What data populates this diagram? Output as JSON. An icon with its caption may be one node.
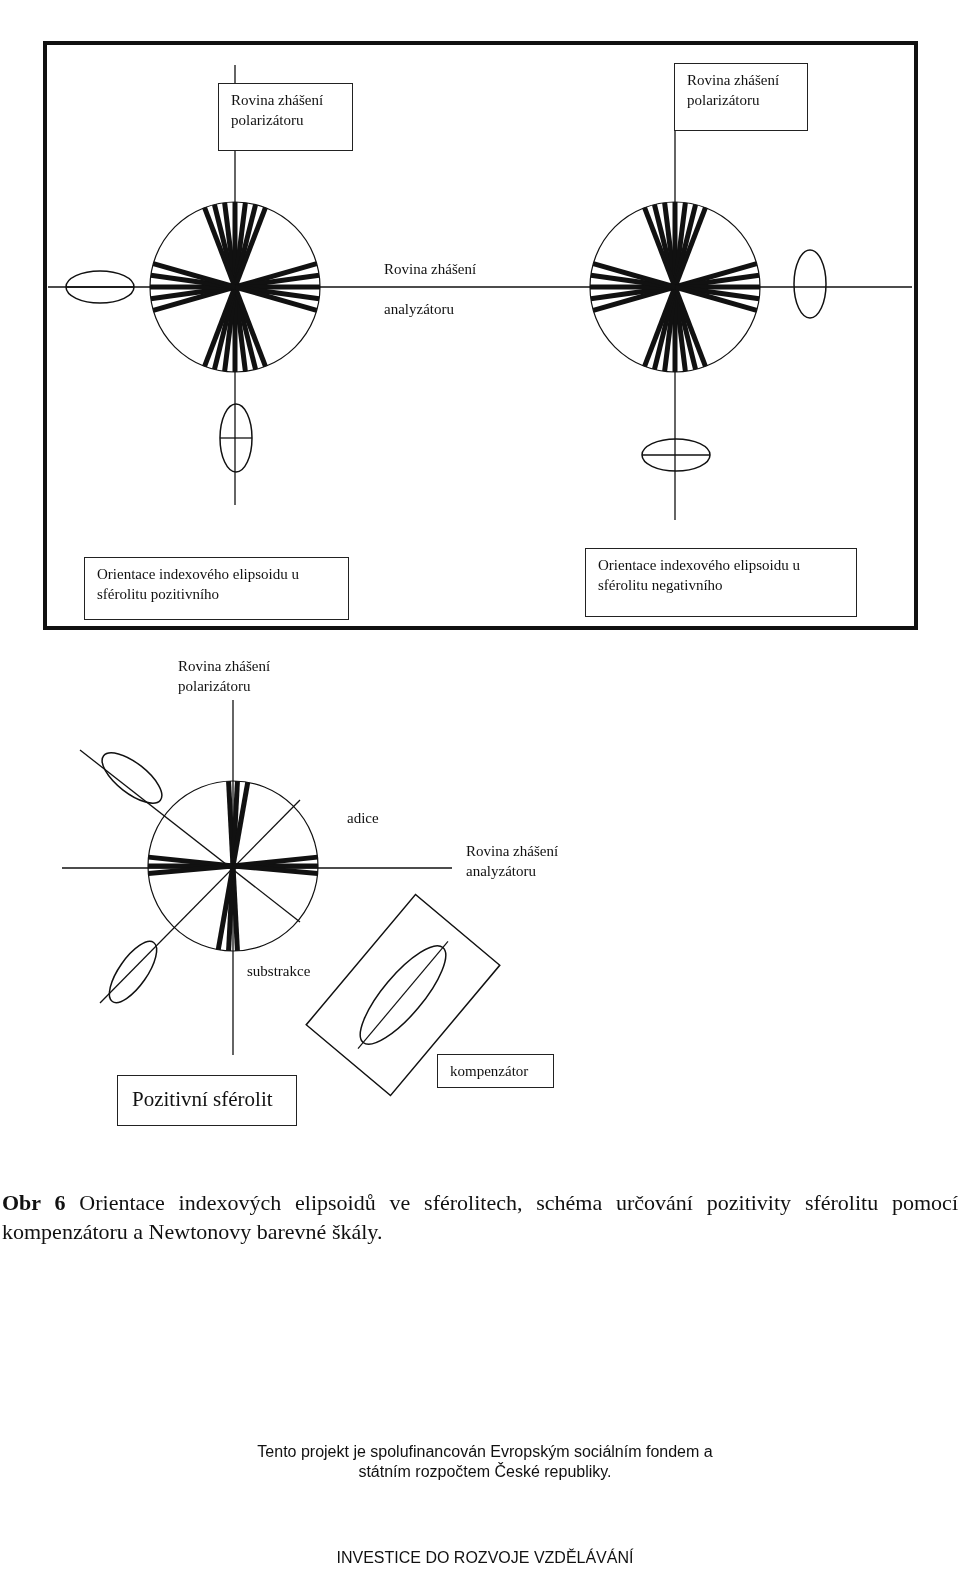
{
  "diagram": {
    "caption": "**Obr 6** Orientace indexových elipsoidů ve sférolitech, schéma určování pozitivity sférolitu pomocí kompenzátoru a Newtonovy barevné škály.",
    "nodes": [
      {
        "text": [
          "Rovina zhášení polarizátoru"
        ]
      },
      {
        "text": [
          "Rovina zhášení polarizátoru"
        ]
      },
      {
        "text": [
          "Orientace indexového elipsoidu u sférolitu pozitivního"
        ]
      },
      {
        "text": [
          "Orientace indexového elipsoidu u sférolitu negativního"
        ]
      },
      {
        "text": [
          "Pozitivní sférolit"
        ]
      },
      {
        "text": [
          "kompenzátor"
        ]
      }
    ],
    "labels": [
      "Rovina zhášení",
      "analyzátoru",
      "Rovina zhášení polarizátoru",
      "adice",
      "Rovina zhášení analyzátoru",
      "substrakce",
      "Tento projekt je spolufinancován Evropským sociálním fondem a státním rozpočtem České republiky.",
      "INVESTICE DO ROZVOJE VZDĚLÁVÁNÍ"
    ]
  }
}
